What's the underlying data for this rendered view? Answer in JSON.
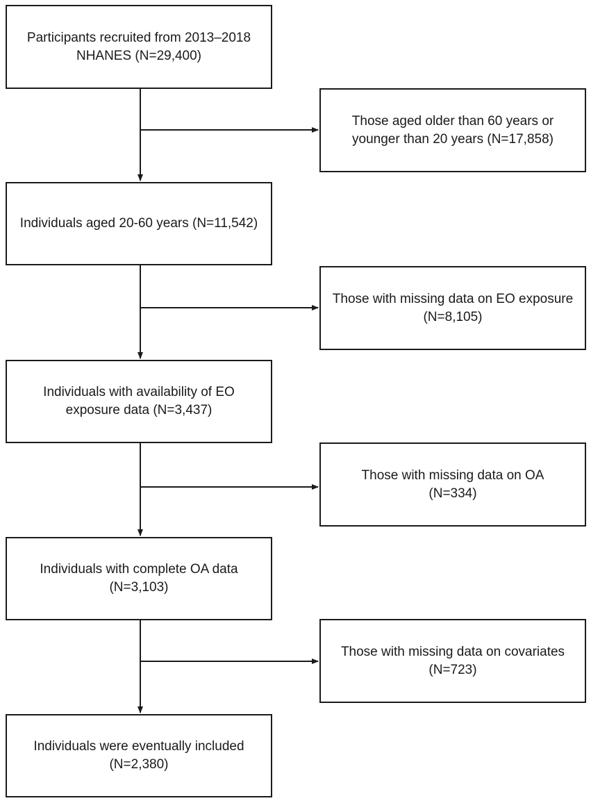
{
  "steps": [
    {
      "line1": "Participants recruited from 2013–2018",
      "line2": "NHANES (N=29,400)"
    },
    {
      "line1": "Individuals aged 20-60 years (N=11,542)",
      "line2": ""
    },
    {
      "line1": "Individuals with availability of EO",
      "line2": "exposure data (N=3,437)"
    },
    {
      "line1": "Individuals with complete OA data",
      "line2": "(N=3,103)"
    },
    {
      "line1": "Individuals were eventually included",
      "line2": "(N=2,380)"
    }
  ],
  "exclusions": [
    {
      "line1": "Those aged older than 60 years or",
      "line2": "younger than 20 years (N=17,858)"
    },
    {
      "line1": "Those with missing data on EO exposure",
      "line2": "(N=8,105)"
    },
    {
      "line1": "Those with missing data on OA",
      "line2": "(N=334)"
    },
    {
      "line1": "Those with missing data on covariates",
      "line2": "(N=723)"
    }
  ],
  "colors": {
    "stroke": "#1a1a1a",
    "background": "#ffffff"
  }
}
